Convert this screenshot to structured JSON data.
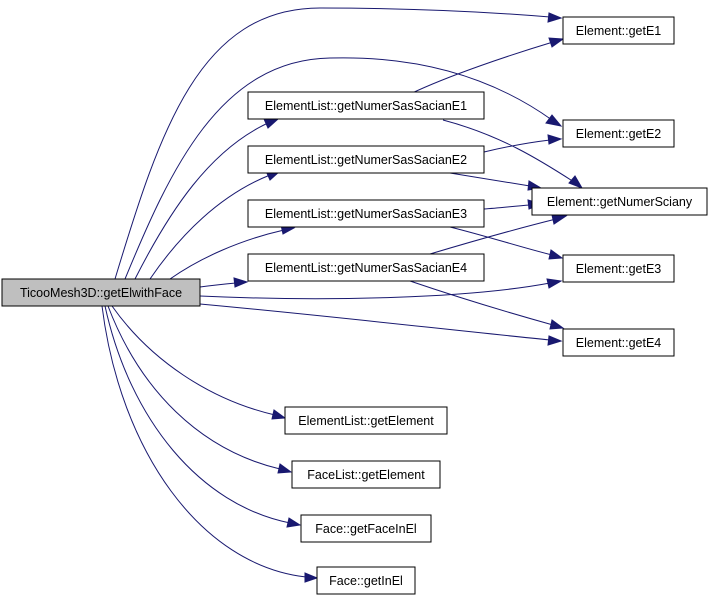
{
  "colors": {
    "edge": "#191970",
    "root_fill": "#bfbfbf",
    "node_fill": "#ffffff",
    "border": "#000000"
  },
  "nodes": {
    "root": "TicooMesh3D::getElwithFace",
    "el_getE1": "Element::getE1",
    "el_getE2": "Element::getE2",
    "el_getNumerSciany": "Element::getNumerSciany",
    "el_getE3": "Element::getE3",
    "el_getE4": "Element::getE4",
    "elist_getNumerSasSacianE1": "ElementList::getNumerSasSacianE1",
    "elist_getNumerSasSacianE2": "ElementList::getNumerSasSacianE2",
    "elist_getNumerSasSacianE3": "ElementList::getNumerSasSacianE3",
    "elist_getNumerSasSacianE4": "ElementList::getNumerSasSacianE4",
    "elist_getElement": "ElementList::getElement",
    "flist_getElement": "FaceList::getElement",
    "face_getFaceInEl": "Face::getFaceInEl",
    "face_getInEl": "Face::getInEl"
  }
}
